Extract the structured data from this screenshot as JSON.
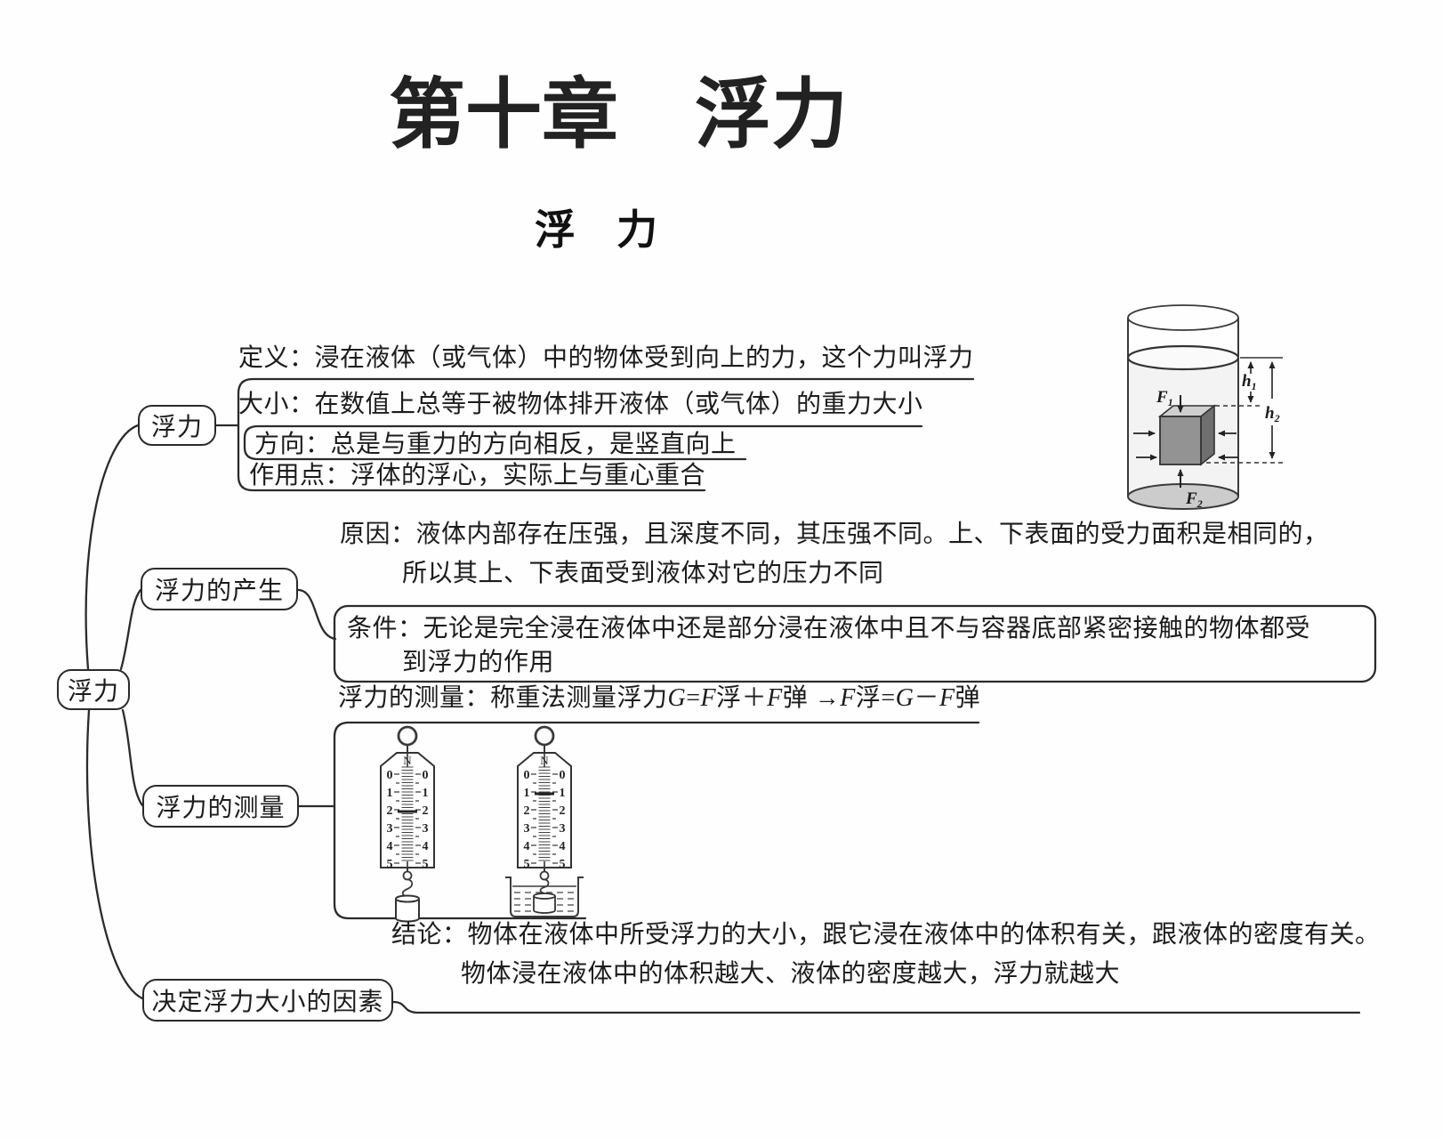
{
  "header": {
    "chapter_title": "第十章　浮力",
    "section_title": "浮　力"
  },
  "mindmap": {
    "root_label": "浮力",
    "properties": {
      "node_label": "浮力",
      "definition": "定义：浸在液体（或气体）中的物体受到向上的力，这个力叫浮力",
      "magnitude": "大小：在数值上总等于被物体排开液体（或气体）的重力大小",
      "direction": "方向：总是与重力的方向相反，是竖直向上",
      "application_point": "作用点：浮体的浮心，实际上与重心重合"
    },
    "origin": {
      "node_label": "浮力的产生",
      "cause_line1": "原因：液体内部存在压强，且深度不同，其压强不同。上、下表面的受力面积是相同的，",
      "cause_line2": "所以其上、下表面受到液体对它的压力不同",
      "condition_line1": "条件：无论是完全浸在液体中还是部分浸在液体中且不与容器底部紧密接触的物体都受",
      "condition_line2": "到浮力的作用"
    },
    "measurement": {
      "node_label": "浮力的测量",
      "method_line": "浮力的测量：称重法测量浮力G=F浮＋F弹 →F浮=G－F弹"
    },
    "factors": {
      "node_label": "决定浮力大小的因素",
      "conclusion_line1": "结论：物体在液体中所受浮力的大小，跟它浸在液体中的体积有关，跟液体的密度有关。",
      "conclusion_line2": "物体浸在液体中的体积越大、液体的密度越大，浮力就越大"
    }
  },
  "cylinder_figure": {
    "force_top": {
      "base": "F",
      "sub": "1"
    },
    "force_bottom": {
      "base": "F",
      "sub": "2"
    },
    "depth_top": {
      "base": "h",
      "sub": "1"
    },
    "depth_bottom": {
      "base": "h",
      "sub": "2"
    }
  },
  "scale_figure": {
    "unit": "N",
    "ticks": [
      "0",
      "1",
      "2",
      "3",
      "4",
      "5"
    ]
  },
  "colors": {
    "ink": "#2b2b2b",
    "text": "#1c1c1c",
    "cube_front": "#939393",
    "cube_top": "#cfcfcf",
    "cube_side": "#6f6f6f",
    "water_fill": "#f3f3f3",
    "cylinder_base": "#cccccc"
  }
}
